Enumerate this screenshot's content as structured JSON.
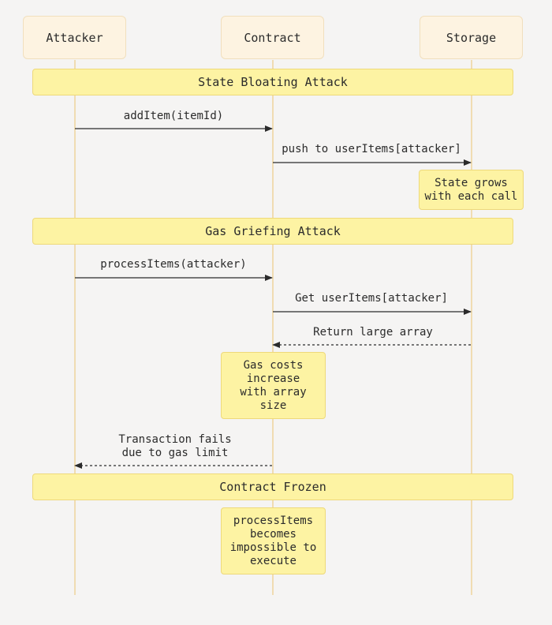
{
  "actors": {
    "attacker": "Attacker",
    "contract": "Contract",
    "storage": "Storage"
  },
  "sections": {
    "state_bloating": "State Bloating Attack",
    "gas_griefing": "Gas Griefing Attack",
    "contract_frozen": "Contract Frozen"
  },
  "messages": {
    "add_item": "addItem(itemId)",
    "push_user_items": "push to userItems[attacker]",
    "process_items": "processItems(attacker)",
    "get_user_items": "Get userItems[attacker]",
    "return_large_array": "Return large array",
    "transaction_fails": "Transaction fails\ndue to gas limit"
  },
  "notes": {
    "state_grows": "State grows\nwith each call",
    "gas_costs": "Gas costs\nincrease\nwith array\nsize",
    "process_impossible": "processItems\nbecomes\nimpossible to\nexecute"
  },
  "colors": {
    "background": "#f5f4f3",
    "actor_fill": "#fdf3e1",
    "note_fill": "#fdf3a3",
    "lifeline": "#f0dcb2",
    "arrow": "#2b2b2b"
  }
}
